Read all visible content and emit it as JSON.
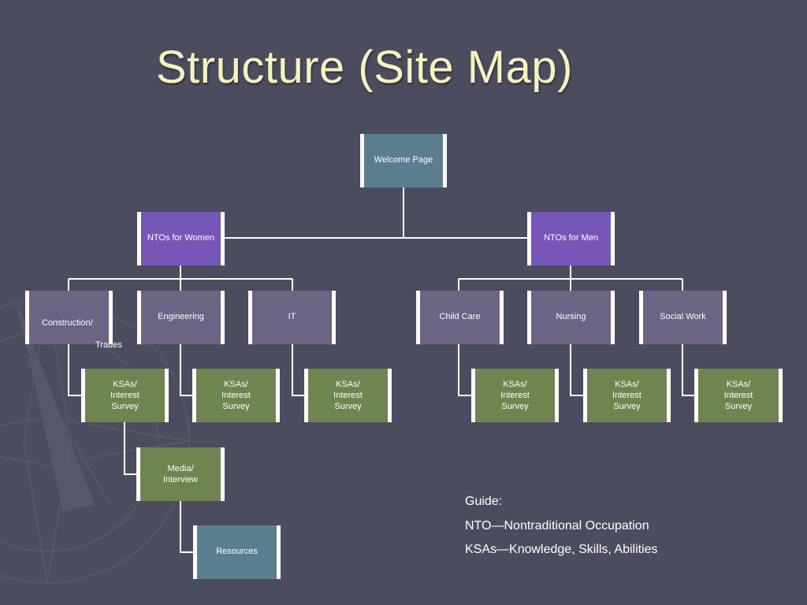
{
  "slide": {
    "title": "Structure (Site Map)"
  },
  "diagram": {
    "root": {
      "label": "Welcome Page"
    },
    "branches": [
      {
        "label": "NTOs for Women",
        "children": [
          {
            "label_lines": [
              "Construction/",
              "Trades"
            ],
            "ksa": "KSAs/\nInterest\n Survey"
          },
          {
            "label": "Engineering",
            "ksa": "KSAs/\nInterest\n Survey"
          },
          {
            "label": "IT",
            "ksa": "KSAs/\nInterest\n Survey"
          }
        ],
        "media": "Media/\nInterview",
        "resources": "Resources"
      },
      {
        "label": "NTOs for Men",
        "children": [
          {
            "label": "Child Care",
            "ksa": "KSAs/\nInterest\n Survey"
          },
          {
            "label": "Nursing",
            "ksa": "KSAs/\nInterest\n Survey"
          },
          {
            "label": "Social Work",
            "ksa": "KSAs/\nInterest\n Survey"
          }
        ]
      }
    ]
  },
  "guide": {
    "heading": "Guide:",
    "items": [
      "NTO—Nontraditional Occupation",
      "KSAs—Knowledge, Skills, Abilities"
    ]
  },
  "colors": {
    "background": "#4b4d5f",
    "title": "#f6f3bf",
    "root": "#5b7e8f",
    "branch": "#7756b8",
    "occupation": "#6a6485",
    "survey": "#6f8550",
    "resources": "#5b7e8f"
  }
}
